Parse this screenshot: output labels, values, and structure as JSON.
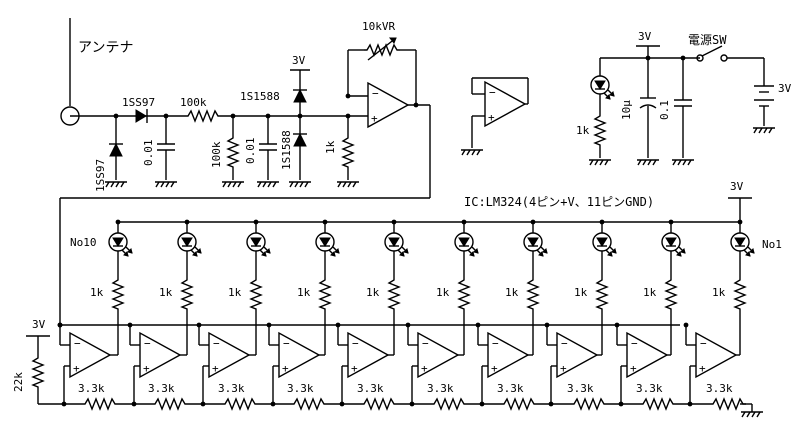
{
  "labels": {
    "antenna": "アンテナ",
    "diode_1ss97_a": "1SS97",
    "diode_1ss97_b": "1SS97",
    "cap_001_a": "0.01",
    "res_100k_a": "100k",
    "res_100k_b": "100k",
    "cap_001_b": "0.01",
    "diode_1s1588_a": "1S1588",
    "diode_1s1588_b": "1S1588",
    "supply_3v_top": "3V",
    "vr_10k": "10kVR",
    "res_1k_in": "1k",
    "supply_3v_pwr": "3V",
    "power_switch": "電源SW",
    "battery_3v": "3V",
    "res_1k_pwr": "1k",
    "cap_10u": "10μ",
    "cap_01": "0.1",
    "ic_note": "IC:LM324(4ピン+V、11ピンGND)",
    "supply_3v_led": "3V",
    "led_no10": "No10",
    "led_no1": "No1",
    "supply_3v_ladder": "3V",
    "res_22k": "22k",
    "res_led": "1k",
    "res_ladder": "3.3k"
  }
}
